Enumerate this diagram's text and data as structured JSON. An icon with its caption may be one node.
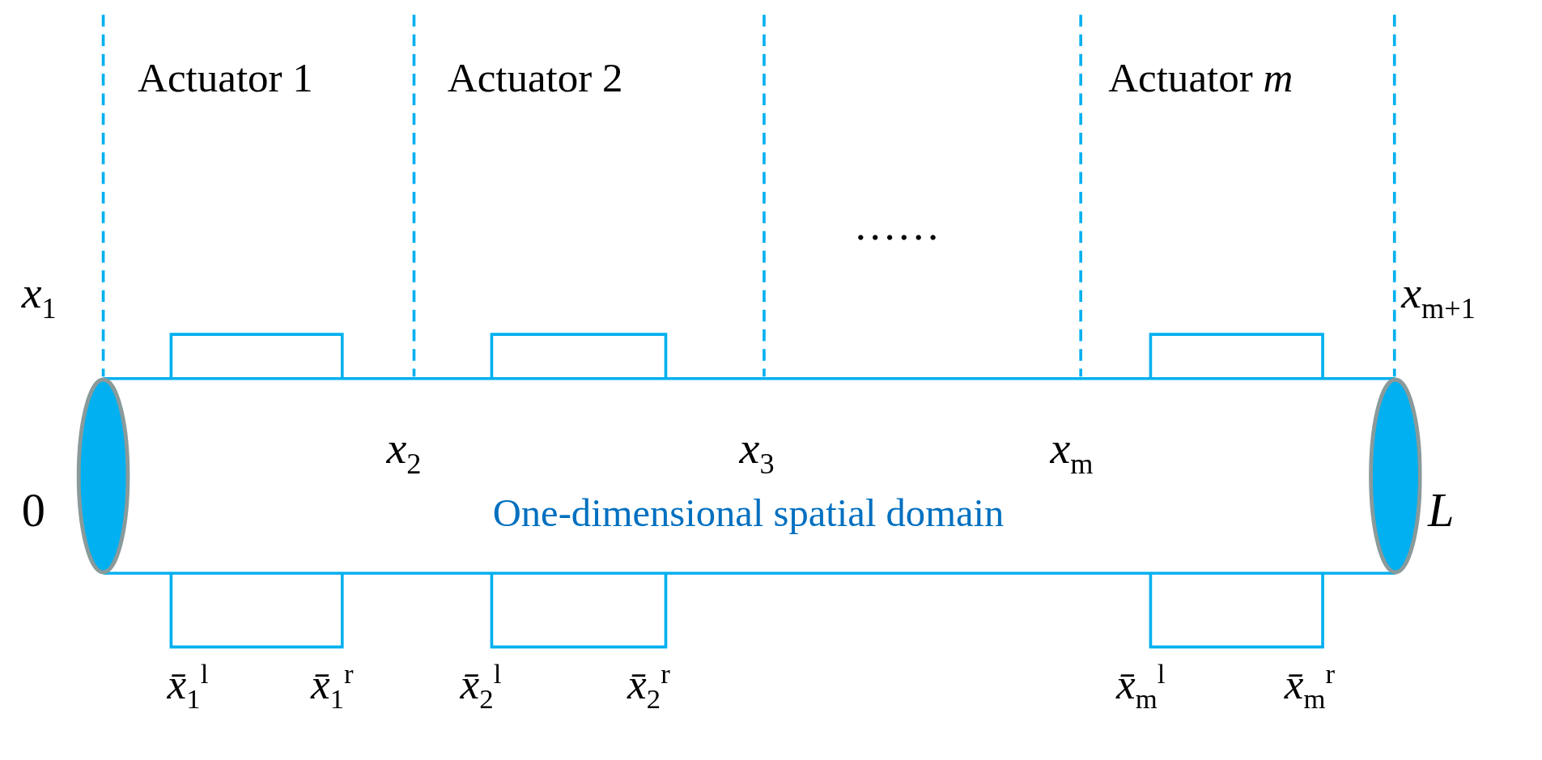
{
  "diagram": {
    "nodes": [
      {
        "text": [
          "One-dimensional spatial domain"
        ]
      }
    ],
    "edges": [],
    "labels": [
      "Actuator 1",
      "Actuator 2",
      "Actuator *m*",
      "……",
      "*x*$_{1}$",
      "*x*$_{m+1}$",
      "*x*$_{2}$",
      "*x*$_{3}$",
      "*x*$_{m}$",
      "0",
      "*L*",
      "*x̄*$_{1}$$^{l}$",
      "*x̄*$_{1}$$^{r}$",
      "*x̄*$_{2}$$^{l}$",
      "*x̄*$_{2}$$^{r}$",
      "*x̄*$_{m}$$^{l}$",
      "*x̄*$_{m}$$^{r}$"
    ]
  }
}
